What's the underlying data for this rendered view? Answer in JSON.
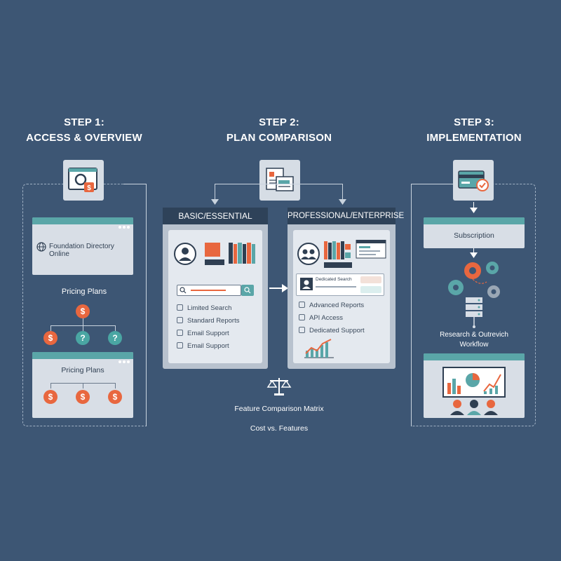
{
  "steps": [
    {
      "line1": "STEP 1:",
      "line2": "ACCESS & OVERVIEW"
    },
    {
      "line1": "STEP 2:",
      "line2": "PLAN COMPARISON"
    },
    {
      "line1": "STEP 3:",
      "line2": "IMPLEMENTATION"
    }
  ],
  "step1": {
    "card_title": "Foundation Directory Online",
    "pricing_label": "Pricing Plans",
    "pricing_card_label": "Pricing Plans",
    "dollar": "$",
    "question": "?"
  },
  "step2": {
    "basic": {
      "header": "BASIC/ESSENTIAL",
      "features": [
        "Limited Search",
        "Standard Reports",
        "Email Support",
        "Email Support"
      ]
    },
    "pro": {
      "header": "PROFESSIONAL/ENTERPRISE",
      "search_label": "Dedicated Search",
      "features": [
        "Advanced Reports",
        "API Access",
        "Dedicated Support"
      ]
    },
    "matrix_label": "Feature Comparison Matrix",
    "cost_label": "Cost vs. Features"
  },
  "step3": {
    "subscription": "Subscription",
    "workflow_line1": "Research & Outrevich",
    "workflow_line2": "Workflow"
  },
  "colors": {
    "background": "#3d5674",
    "accent_teal": "#5aa6a8",
    "accent_orange": "#e8673f",
    "panel_dark": "#2e4259"
  }
}
